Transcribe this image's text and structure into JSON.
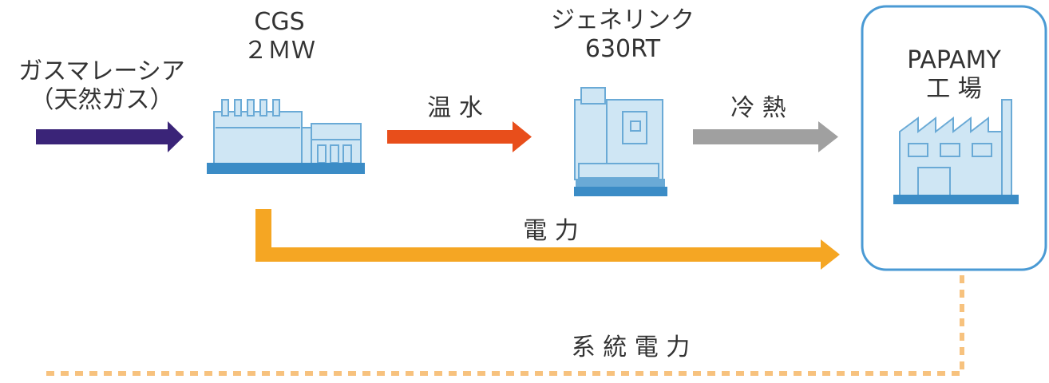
{
  "source": {
    "line1": "ガスマレーシア",
    "line2": "（天然ガス）"
  },
  "cgs": {
    "line1": "CGS",
    "line2": "２ＭＷ"
  },
  "genelink": {
    "line1": "ジェネリンク",
    "line2": "630RT"
  },
  "factory": {
    "line1": "PAPAMY",
    "line2": "工 場"
  },
  "flows": {
    "hot_water": "温 水",
    "cold_heat": "冷 熱",
    "power": "電 力",
    "grid_power": "系 統 電 力"
  },
  "colors": {
    "gas_arrow": "#3a2478",
    "hot_water_arrow": "#e84e1b",
    "cold_heat_arrow": "#a0a0a0",
    "power_arrow": "#f5a623",
    "grid_dashed": "#f7c27e",
    "machine_fill": "#cfe6f4",
    "machine_stroke": "#6aaad6",
    "base_blue": "#3b8cc6",
    "factory_frame": "#4a9ad4"
  }
}
